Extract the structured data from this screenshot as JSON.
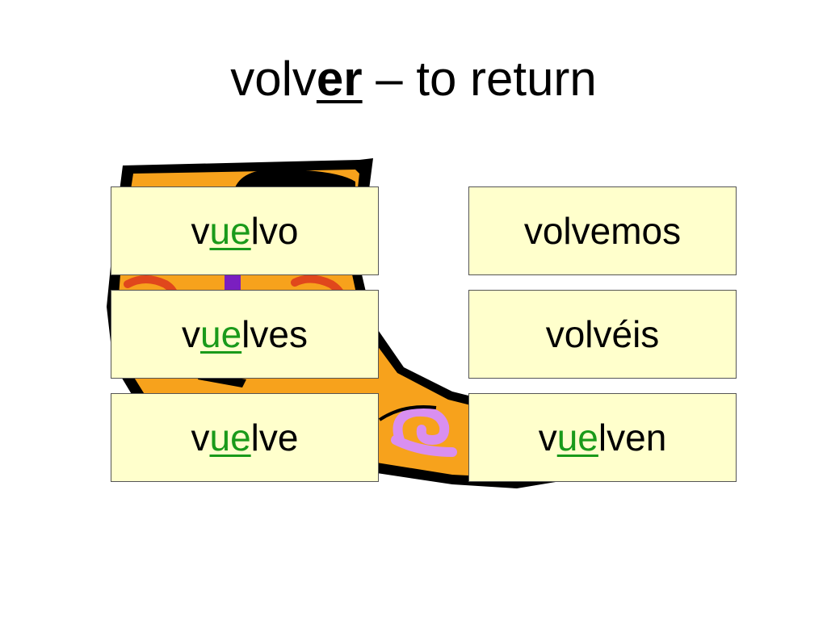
{
  "title": {
    "prefix": "volv",
    "ending": "er",
    "suffix": " – to return"
  },
  "conjugations": [
    {
      "before": "v",
      "change": "ue",
      "after": "lvo"
    },
    {
      "before": "v",
      "change": "ue",
      "after": "lves"
    },
    {
      "before": "v",
      "change": "ue",
      "after": "lve"
    },
    {
      "text": "volvemos"
    },
    {
      "text": "volvéis"
    },
    {
      "before": "v",
      "change": "ue",
      "after": "lven"
    }
  ],
  "colors": {
    "card_fill": "#ffffcc",
    "stem_change": "#1a9a1a",
    "boot_orange": "#f7a21c",
    "boot_outline": "#000000",
    "swirl_purple": "#d98ff0",
    "swirl_red": "#e0471c"
  },
  "clipart": {
    "icon": "boot-icon"
  }
}
